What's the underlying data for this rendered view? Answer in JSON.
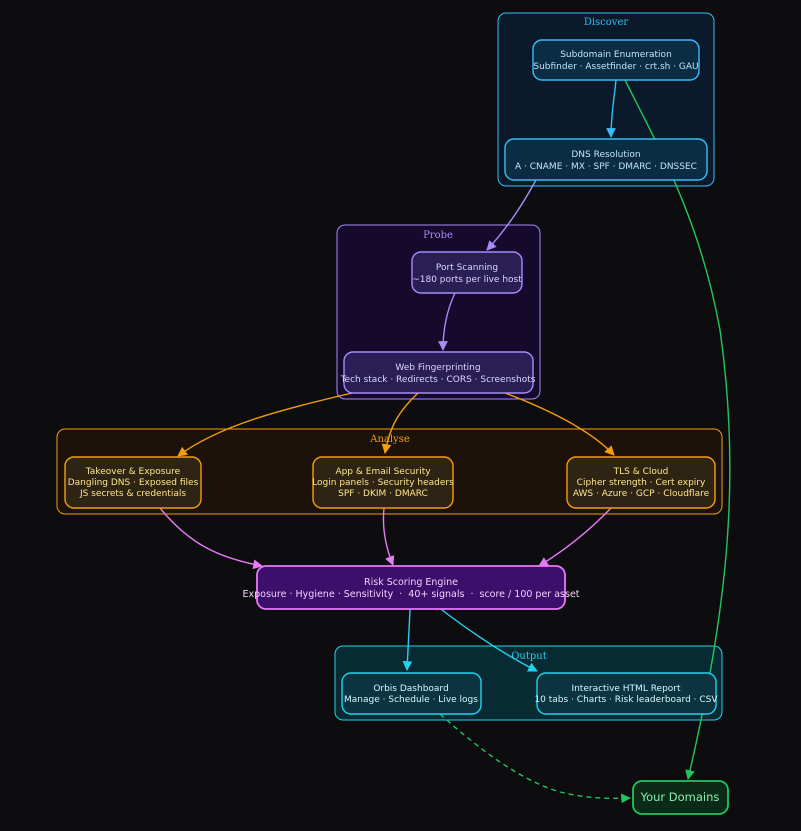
{
  "colors": {
    "background": "#0d0d0f",
    "discover": "#38bdf8",
    "probe": "#a78bfa",
    "analyse": "#f59e0b",
    "scoring": "#e879f9",
    "output": "#22d3ee",
    "domains": "#22c55e"
  },
  "groups": {
    "discover": {
      "title": "Discover"
    },
    "probe": {
      "title": "Probe"
    },
    "analyse": {
      "title": "Analyse"
    },
    "output": {
      "title": "Output"
    }
  },
  "nodes": {
    "subdomain": {
      "title": "Subdomain Enumeration",
      "detail": "Subfinder · Assetfinder · crt.sh · GAU"
    },
    "dns": {
      "title": "DNS Resolution",
      "detail": "A · CNAME · MX · SPF · DMARC · DNSSEC"
    },
    "ports": {
      "title": "Port Scanning",
      "detail": "~180 ports per live host"
    },
    "fingerprint": {
      "title": "Web Fingerprinting",
      "detail": "Tech stack · Redirects · CORS · Screenshots"
    },
    "takeover": {
      "title": "Takeover & Exposure",
      "line2": "Dangling DNS · Exposed files",
      "line3": "JS secrets & credentials"
    },
    "appsec": {
      "title": "App & Email Security",
      "line2": "Login panels · Security headers",
      "line3": "SPF · DKIM · DMARC"
    },
    "tls": {
      "title": "TLS & Cloud",
      "line2": "Cipher strength · Cert expiry",
      "line3": "AWS · Azure · GCP · Cloudflare"
    },
    "scoring": {
      "title": "Risk Scoring Engine",
      "detail": "Exposure · Hygiene · Sensitivity  ·  40+ signals  ·  score / 100 per asset"
    },
    "dashboard": {
      "title": "Orbis Dashboard",
      "detail": "Manage · Schedule · Live logs"
    },
    "report": {
      "title": "Interactive HTML Report",
      "detail": "10 tabs · Charts · Risk leaderboard · CSV"
    },
    "domains": {
      "title": "Your Domains"
    }
  }
}
